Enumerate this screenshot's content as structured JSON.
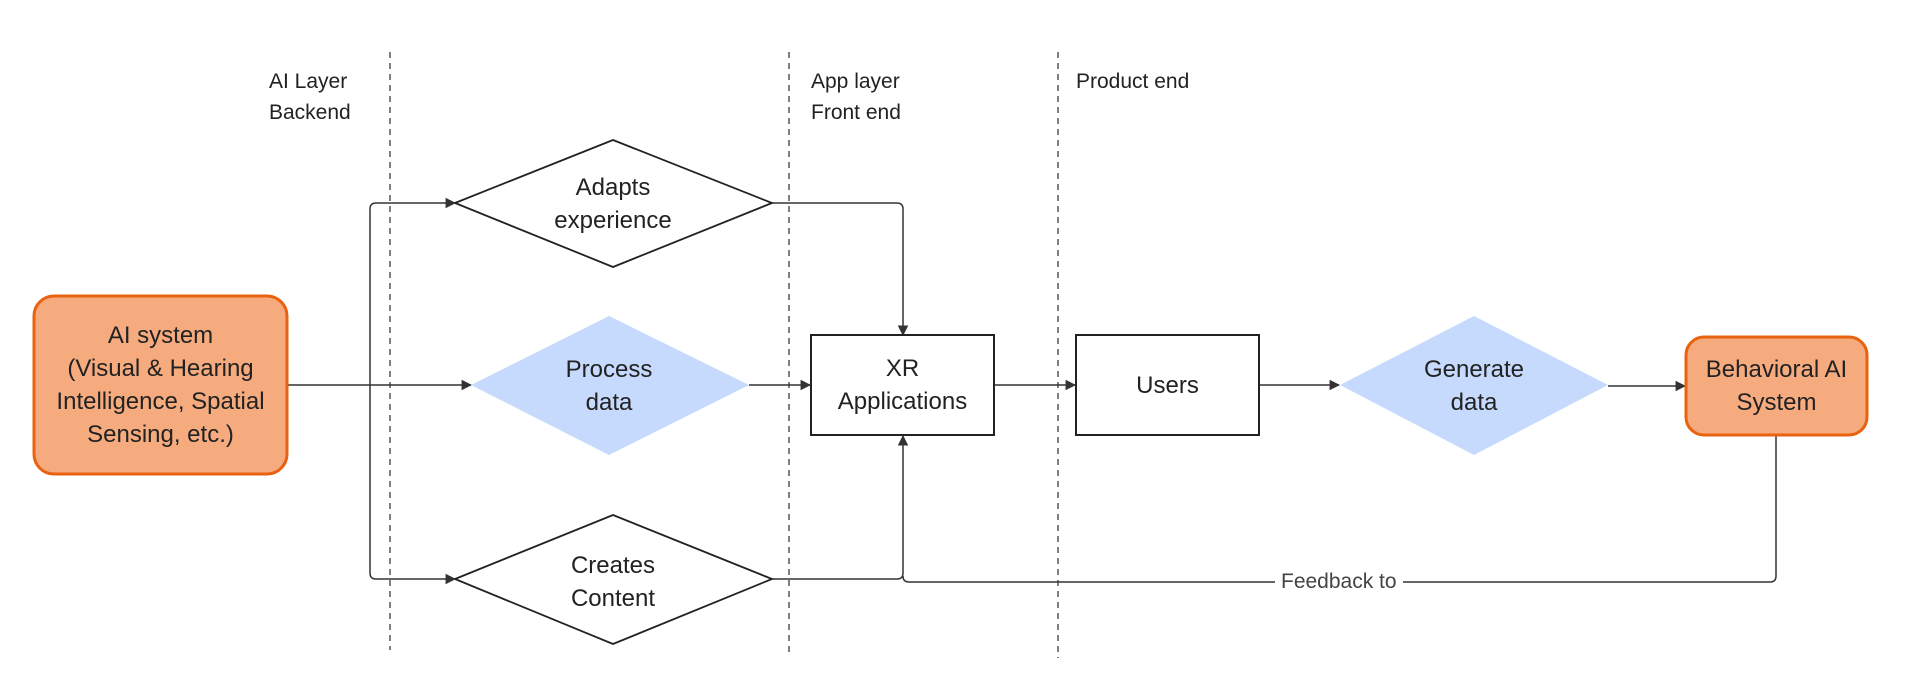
{
  "colors": {
    "ai_fill": "#f6ab7e",
    "ai_stroke": "#e8620f",
    "process_fill": "#c5dafc",
    "line": "#333333",
    "divider": "#555555"
  },
  "lanes": {
    "ai_layer": {
      "line1": "AI Layer",
      "line2": "Backend"
    },
    "app_layer": {
      "line1": "App layer",
      "line2": "Front end"
    },
    "product_end": {
      "line1": "Product end"
    }
  },
  "nodes": {
    "ai_system": {
      "lines": [
        "AI system",
        "(Visual & Hearing",
        "Intelligence, Spatial",
        "Sensing, etc.)"
      ]
    },
    "adapts_experience": {
      "lines": [
        "Adapts",
        "experience"
      ]
    },
    "process_data": {
      "lines": [
        "Process",
        "data"
      ]
    },
    "creates_content": {
      "lines": [
        "Creates",
        "Content"
      ]
    },
    "xr_applications": {
      "lines": [
        "XR",
        "Applications"
      ]
    },
    "users": {
      "lines": [
        "Users"
      ]
    },
    "generate_data": {
      "lines": [
        "Generate",
        "data"
      ]
    },
    "behavioral_ai": {
      "lines": [
        "Behavioral AI",
        "System"
      ]
    }
  },
  "edges": {
    "feedback_label": "Feedback to"
  }
}
